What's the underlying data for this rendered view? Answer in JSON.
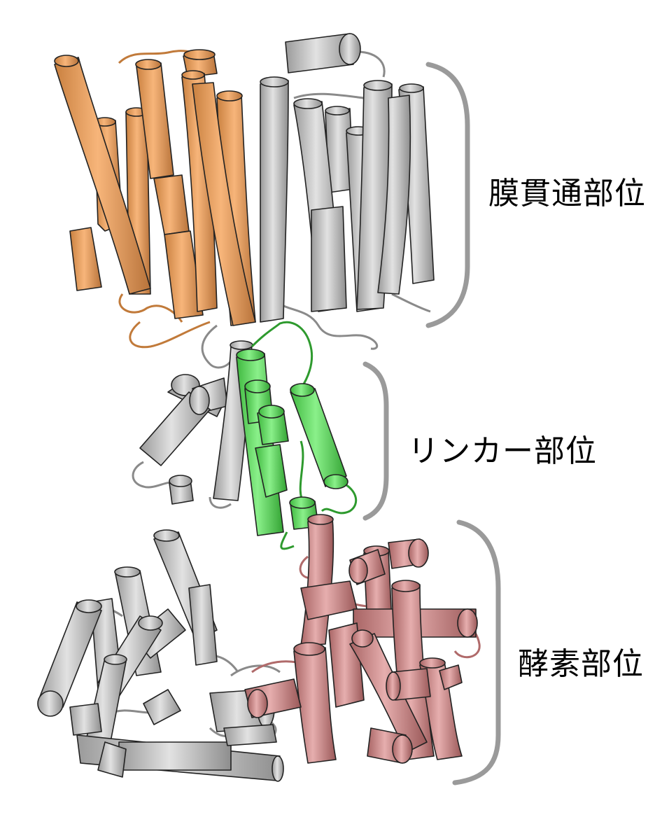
{
  "labels": {
    "transmembrane": "膜貫通部位",
    "linker": "リンカー部位",
    "enzyme": "酵素部位"
  },
  "colors": {
    "orange": "#f4ab6b",
    "gray": "#c8c8c8",
    "green": "#66dd66",
    "pink": "#d89898",
    "bracket": "#9a9a9a"
  }
}
